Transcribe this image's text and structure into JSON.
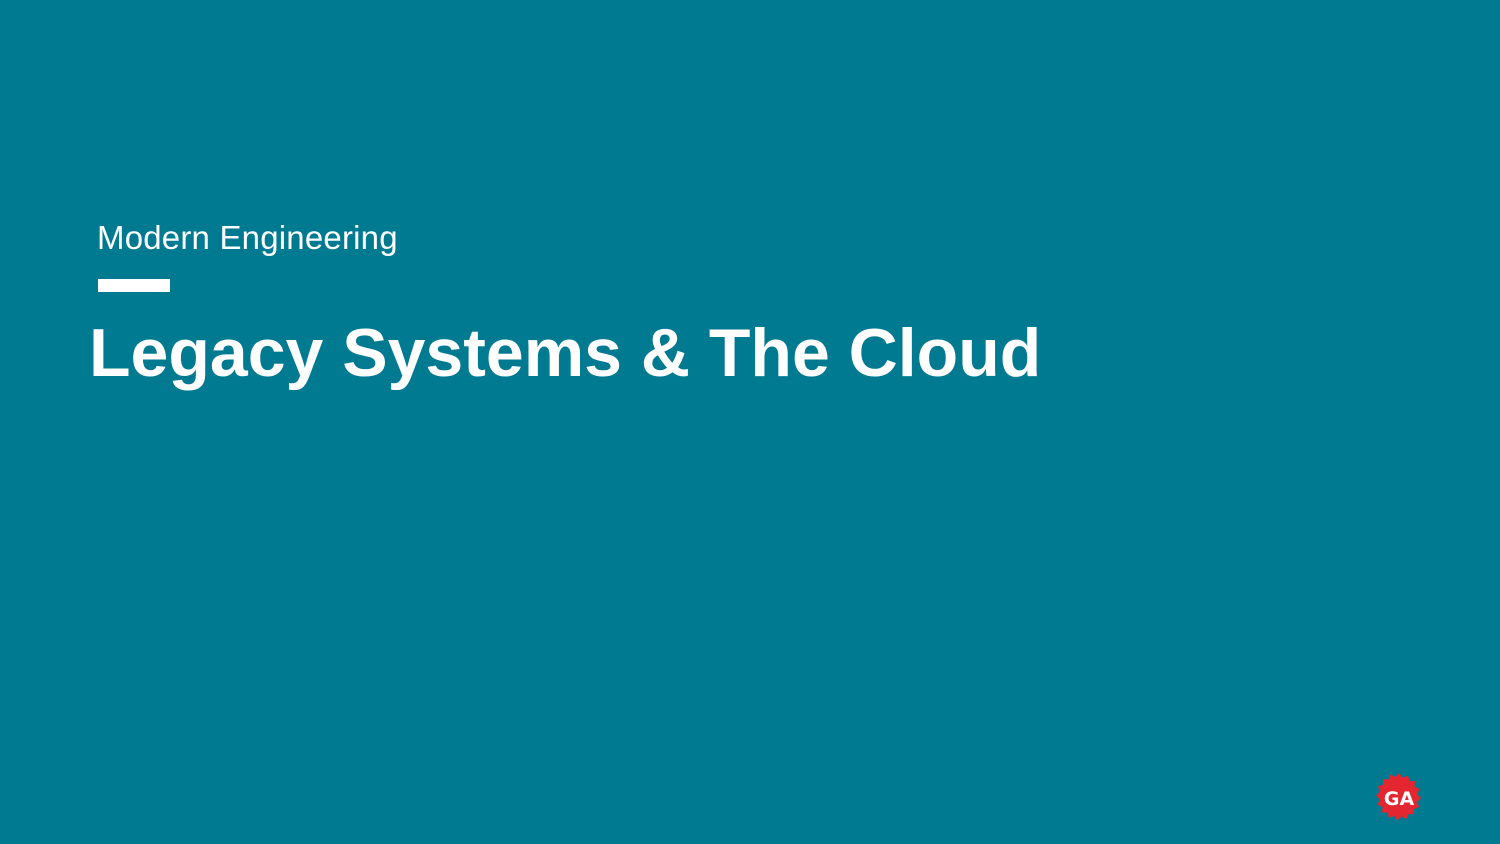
{
  "slide": {
    "subtitle": "Modern Engineering",
    "title": "Legacy Systems & The Cloud"
  },
  "logo": {
    "icon": "ga-logo-icon",
    "text": "GA",
    "color": "#e3262f"
  },
  "colors": {
    "background": "#007a91",
    "text": "#ffffff"
  }
}
